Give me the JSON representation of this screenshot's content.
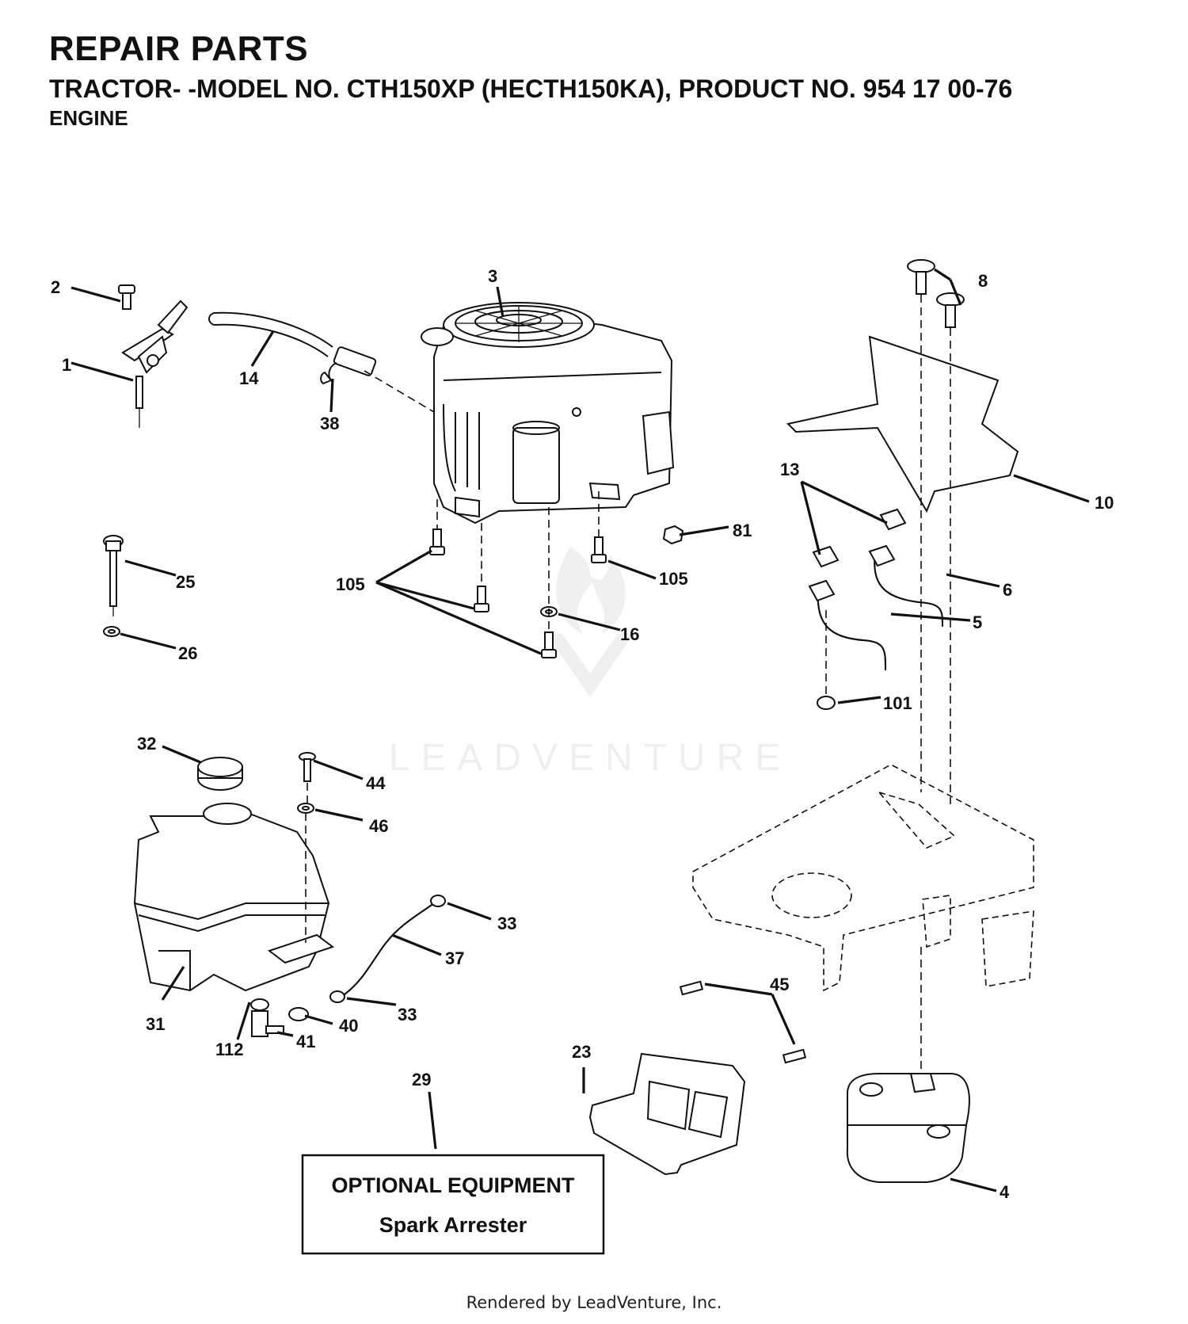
{
  "header": {
    "title": "REPAIR PARTS",
    "subtitle": "TRACTOR- -MODEL NO. CTH150XP (HECTH150KA), PRODUCT NO. 954 17 00-76",
    "section": "ENGINE"
  },
  "callouts": [
    "1",
    "2",
    "3",
    "4",
    "5",
    "6",
    "8",
    "10",
    "13",
    "14",
    "16",
    "23",
    "25",
    "26",
    "29",
    "31",
    "32",
    "33",
    "33",
    "37",
    "38",
    "40",
    "41",
    "44",
    "45",
    "46",
    "81",
    "101",
    "105",
    "105",
    "112"
  ],
  "optional_box": {
    "line1": "OPTIONAL EQUIPMENT",
    "line2": "Spark Arrester"
  },
  "watermark": "LEADVENTURE",
  "footer": "Rendered by LeadVenture, Inc."
}
